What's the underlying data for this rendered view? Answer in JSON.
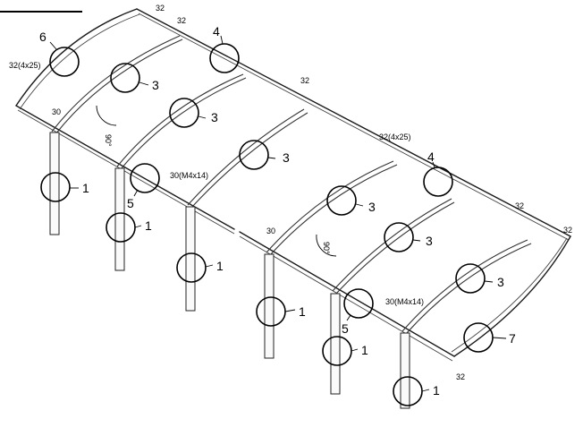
{
  "labels": {
    "dims": {
      "d1": "32",
      "d2": "32",
      "d3": "32(4x25)",
      "d4": "32",
      "d5": "30",
      "d6": "90°",
      "d7": "30(M4x14)",
      "d8": "32(4x25)",
      "d9": "32",
      "d10": "32",
      "d11": "30",
      "d12": "90°",
      "d13": "30(M4x14)",
      "d14": "32"
    },
    "callouts": {
      "c1": "6",
      "c2": "4",
      "c3": "3",
      "c4": "3",
      "c5": "3",
      "c6": "3",
      "c7": "3",
      "c8": "3",
      "c9": "4",
      "c10": "1",
      "c11": "5",
      "c12": "1",
      "c13": "1",
      "c14": "1",
      "c15": "5",
      "c16": "1",
      "c17": "1",
      "c18": "7"
    }
  }
}
